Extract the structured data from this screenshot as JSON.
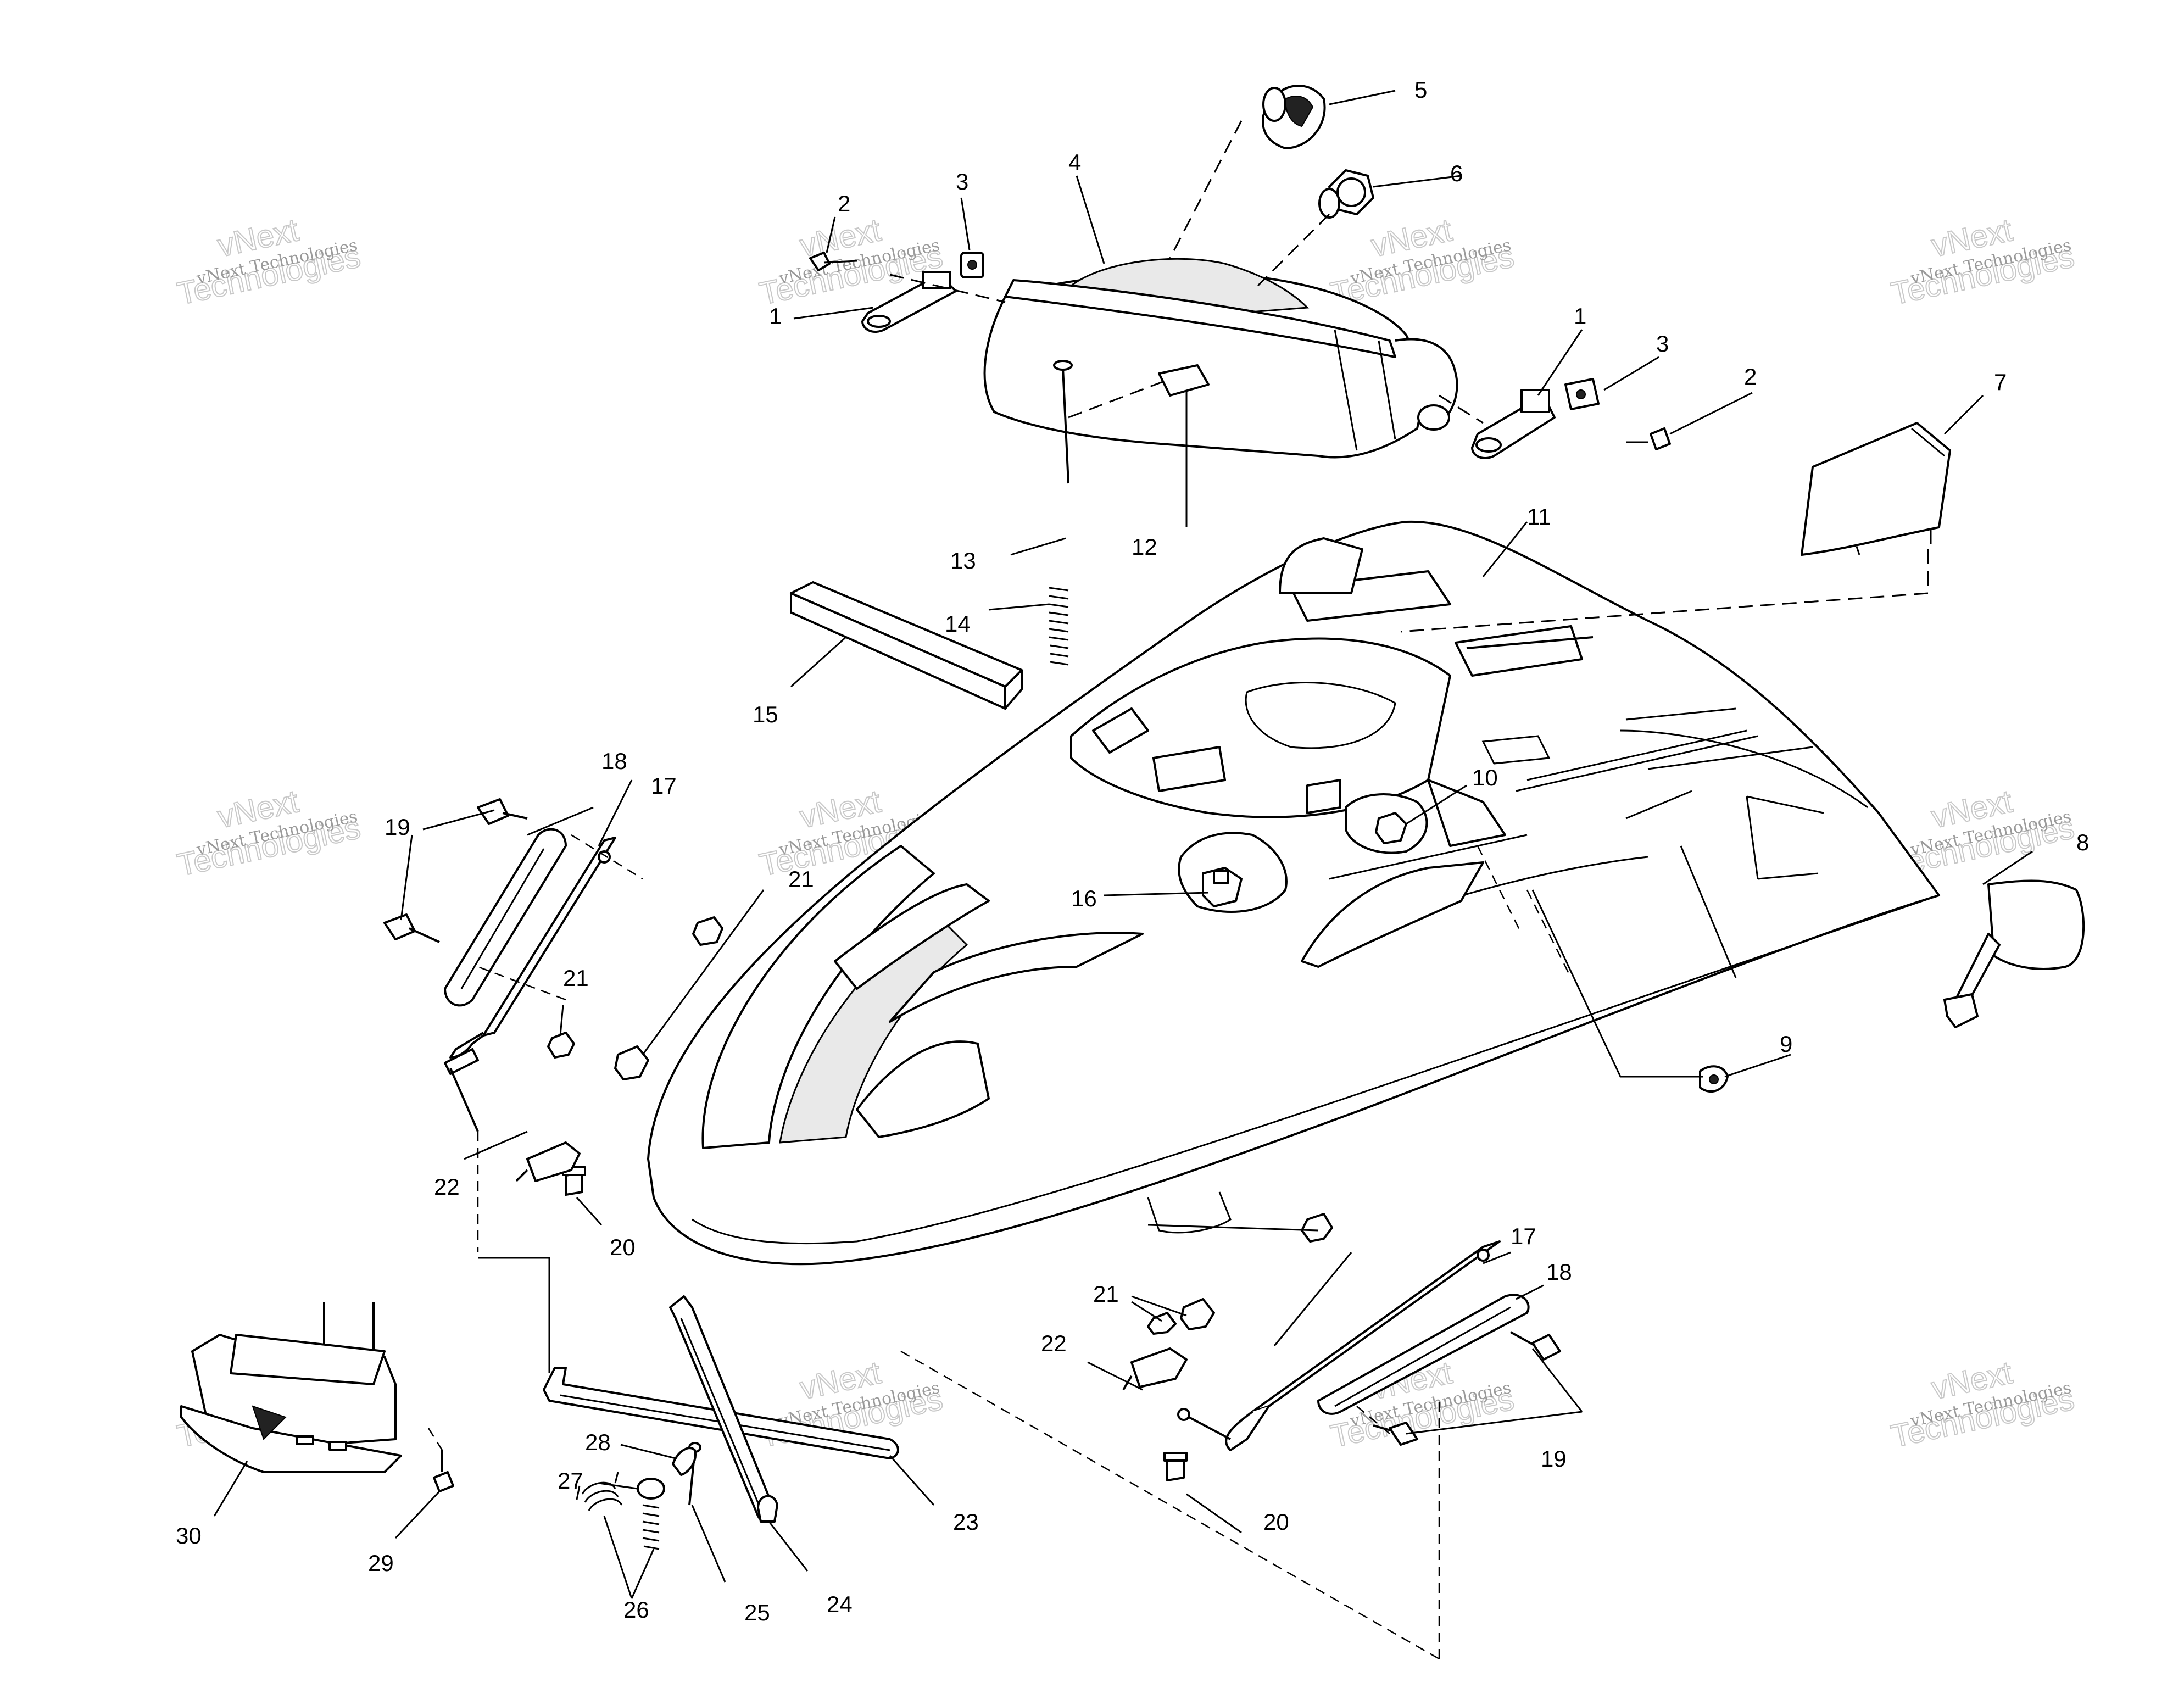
{
  "watermark": {
    "line1": "vNext Technologies",
    "outline_a": "vNext",
    "outline_b": "Technologies"
  },
  "callouts": {
    "c1a": "1",
    "c1b": "1",
    "c2a": "2",
    "c2b": "2",
    "c3a": "3",
    "c3b": "3",
    "c4": "4",
    "c5": "5",
    "c6": "6",
    "c7": "7",
    "c8": "8",
    "c9": "9",
    "c10": "10",
    "c11": "11",
    "c12": "12",
    "c13": "13",
    "c14": "14",
    "c15": "15",
    "c16": "16",
    "c17a": "17",
    "c17b": "17",
    "c18a": "18",
    "c18b": "18",
    "c19a": "19",
    "c19b": "19",
    "c20a": "20",
    "c20b": "20",
    "c21a": "21",
    "c21b": "21",
    "c21c": "21",
    "c22a": "22",
    "c22b": "22",
    "c23": "23",
    "c24": "24",
    "c25": "25",
    "c26": "26",
    "c27": "27",
    "c28": "28",
    "c29": "29",
    "c30": "30"
  }
}
